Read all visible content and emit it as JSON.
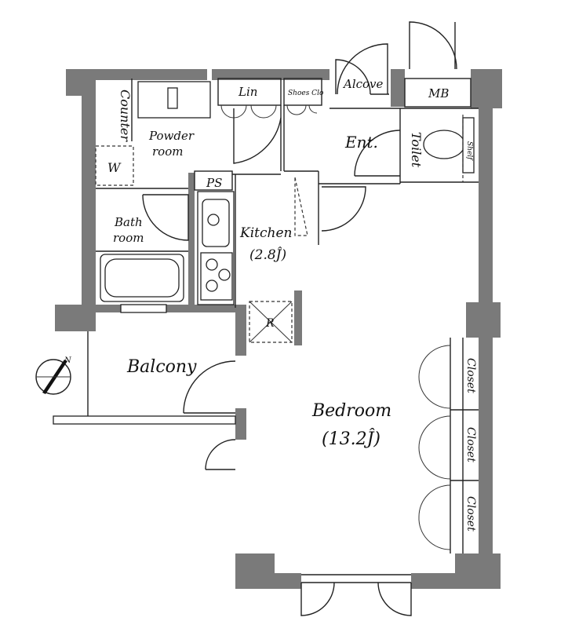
{
  "rooms": {
    "counter": "Counter",
    "powder_1": "Powder",
    "powder_2": "room",
    "washer": "W",
    "linen": "Lin",
    "shoes": "Shoes Clo",
    "alcove": "Alcove",
    "mb": "MB",
    "entrance": "Ent.",
    "toilet": "Toilet",
    "shelf": "Shelf",
    "ps": "PS",
    "bath_1": "Bath",
    "bath_2": "room",
    "kitchen_1": "Kitchen",
    "kitchen_2": "(2.8Ĵ)",
    "fridge": "R",
    "balcony": "Balcony",
    "bedroom_1": "Bedroom",
    "bedroom_2": "(13.2Ĵ)",
    "closet_1": "Closet",
    "closet_2": "Closet",
    "closet_3": "Closet",
    "compass_n": "N"
  }
}
